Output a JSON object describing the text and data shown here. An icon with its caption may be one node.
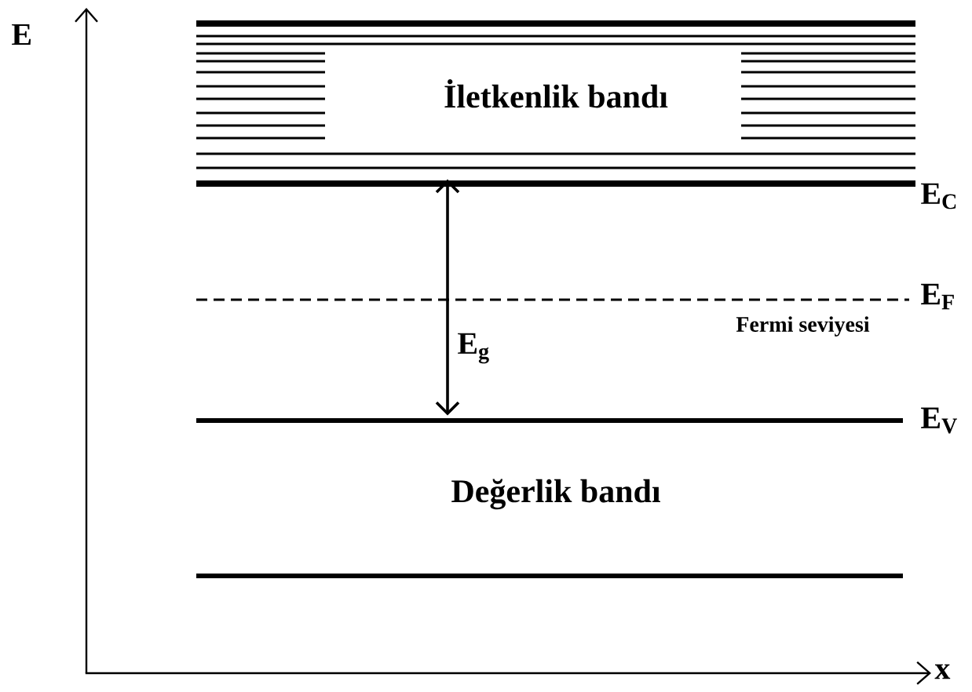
{
  "diagram": {
    "nodes": [
      {
        "text": [
          "İletkenlik bandı"
        ]
      },
      {
        "text": [
          "Değerlik bandı"
        ]
      }
    ],
    "edges": [
      {
        "from": 0,
        "to": 1,
        "arrow": "both",
        "label": "E$_{g}$"
      }
    ],
    "labels": [
      "E",
      "E$_{C}$",
      "E$_{F}$",
      "Fermi seviyesi",
      "E$_{V}$",
      "x"
    ]
  }
}
